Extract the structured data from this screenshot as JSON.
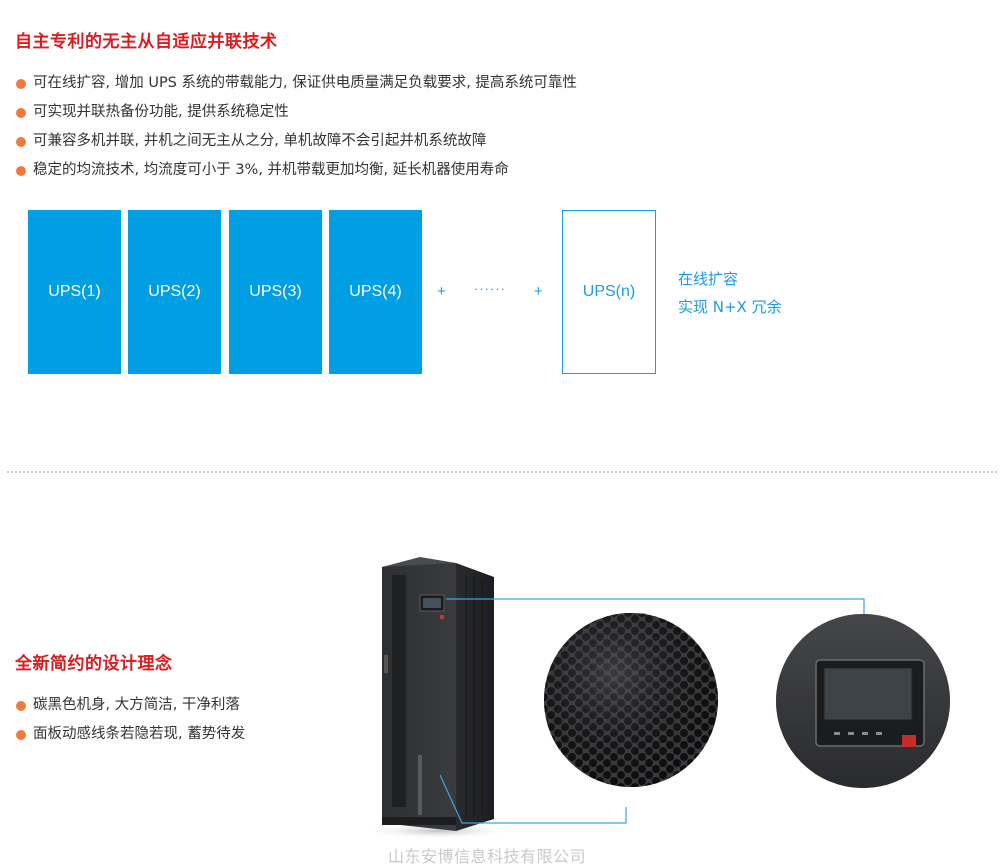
{
  "section1": {
    "heading": "自主专利的无主从自适应并联技术",
    "bullets": [
      "可在线扩容, 增加 UPS 系统的带载能力, 保证供电质量满足负载要求, 提高系统可靠性",
      "可实现并联热备份功能, 提供系统稳定性",
      "可兼容多机并联, 并机之间无主从之分, 单机故障不会引起并机系统故障",
      "稳定的均流技术, 均流度可小于 3%, 并机带载更加均衡, 延长机器使用寿命"
    ]
  },
  "diagram": {
    "units": [
      "UPS(1)",
      "UPS(2)",
      "UPS(3)",
      "UPS(4)"
    ],
    "plus": "+",
    "ellipsis": "······",
    "last_unit": "UPS(n)",
    "note_line1": "在线扩容",
    "note_line2": "实现 N+X 冗余",
    "accent_color": "#009fe3"
  },
  "section2": {
    "heading": "全新简约的设计理念",
    "bullets": [
      "碳黑色机身, 大方简洁, 干净利落",
      "面板动感线条若隐若现, 蓄势待发"
    ]
  },
  "watermark": "山东安博信息科技有限公司",
  "colors": {
    "heading_red": "#d81e1e",
    "bullet_orange": "#ee7b3d",
    "callout_blue": "#3aa6dc"
  }
}
